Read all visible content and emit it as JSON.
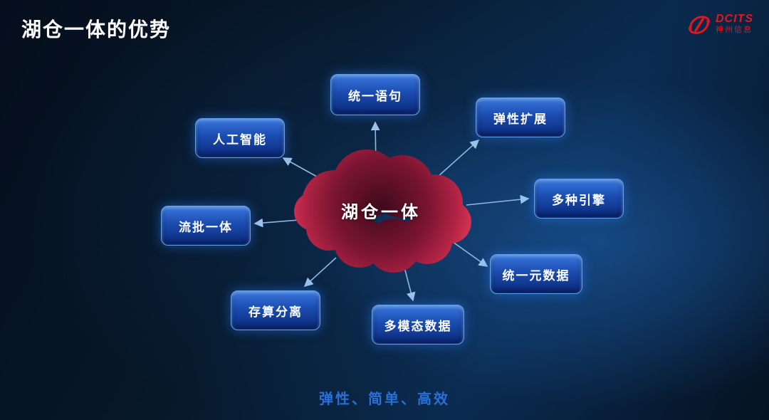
{
  "slide": {
    "title": "湖仓一体的优势",
    "footer": "弹性、简单、高效"
  },
  "logo": {
    "brand": "DCITS",
    "company": "神州信息"
  },
  "diagram": {
    "type": "radial",
    "center_label": "湖仓一体",
    "nodes": [
      {
        "label": "统一语句"
      },
      {
        "label": "弹性扩展"
      },
      {
        "label": "多种引擎"
      },
      {
        "label": "统一元数据"
      },
      {
        "label": "多模态数据"
      },
      {
        "label": "存算分离"
      },
      {
        "label": "流批一体"
      },
      {
        "label": "人工智能"
      }
    ]
  },
  "colors": {
    "background": "#071a33",
    "node_blue": "#1b4cb0",
    "node_border": "#5fa0e8",
    "cloud_red": "#a51f3f",
    "arrow_blue": "#9cc4ea",
    "footer_blue": "#2a6fd6",
    "logo_red": "#e0181f"
  }
}
